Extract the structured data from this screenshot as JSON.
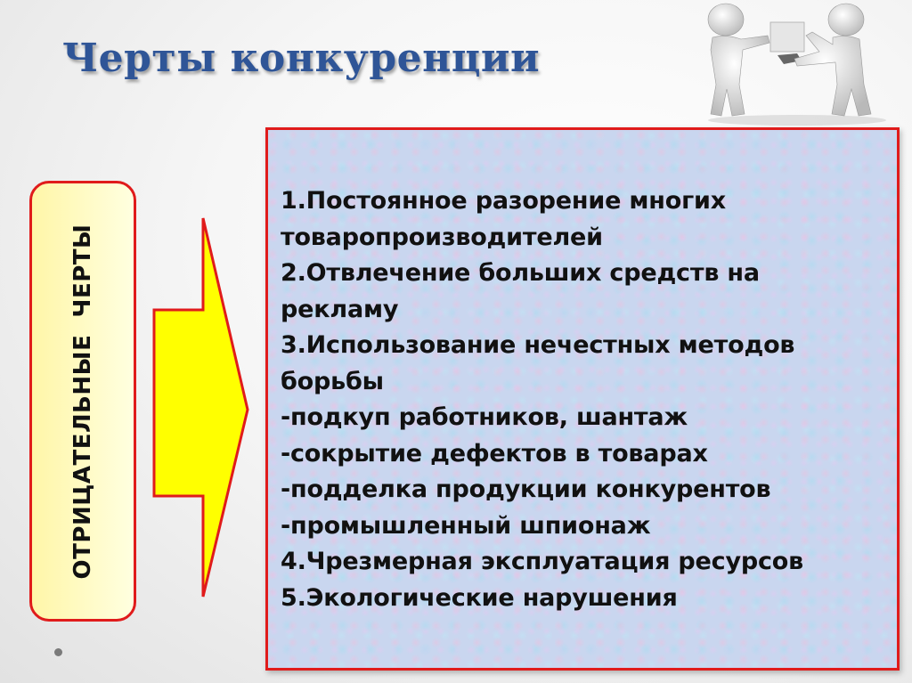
{
  "slide": {
    "title": "Черты конкуренции",
    "side_label": "ОТРИЦАТЕЛЬНЫЕ  ЧЕРТЫ",
    "illustration": "two-figures-exchanging-box-icon",
    "colors": {
      "title": "#2f5597",
      "border_red": "#e01b1b",
      "arrow_fill": "#ffff00",
      "label_fill": "#fff6a8",
      "content_bg": "#c9d6ef"
    },
    "items": [
      "1.Постоянное разорение многих",
      "товаропроизводителей",
      "2.Отвлечение больших средств на",
      "рекламу",
      "3.Использование нечестных методов",
      "борьбы",
      "-подкуп работников, шантаж",
      "-сокрытие дефектов в товарах",
      "-подделка продукции конкурентов",
      "-промышленный шпионаж",
      "4.Чрезмерная эксплуатация ресурсов",
      "5.Экологические нарушения"
    ]
  }
}
